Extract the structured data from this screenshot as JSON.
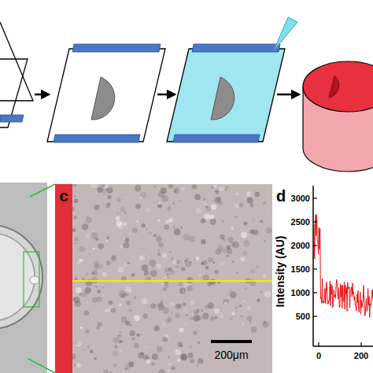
{
  "diagram": {
    "labels": [
      "c",
      "d",
      "200μm",
      "Intensity (AU)",
      "3000",
      "2500",
      "2000",
      "1500",
      "1000",
      "500",
      "0",
      "200"
    ]
  }
}
